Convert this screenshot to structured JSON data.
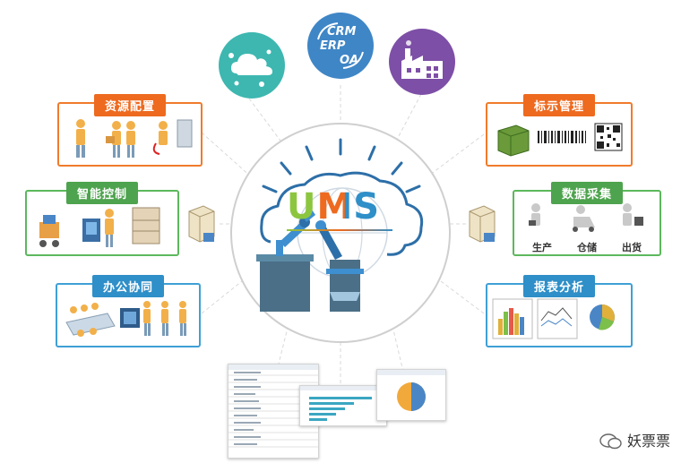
{
  "center": {
    "logo_text": "UMS"
  },
  "top_icons": {
    "crm": "CRM",
    "erp": "ERP",
    "oa": "OA"
  },
  "panels": {
    "resource_config": "资源配置",
    "smart_control": "智能控制",
    "office_collab": "办公协同",
    "label_mgmt": "标示管理",
    "data_collect": "数据采集",
    "report_analysis": "报表分析"
  },
  "data_collect_labels": [
    "生产",
    "仓储",
    "出货"
  ],
  "watermark": "妖票票",
  "colors": {
    "cloud_circle": "#3db7b0",
    "crm_circle": "#3f86c6",
    "factory_circle": "#7d4fa6",
    "orange": "#ee6a1f",
    "green": "#4ea34e",
    "blue": "#2f8fc8"
  },
  "icons": [
    "cloud-icon",
    "crm-erp-oa-icon",
    "factory-icon",
    "server-icon",
    "robot-arm-icon",
    "barcode-icon",
    "qrcode-icon",
    "pie-chart-icon",
    "bar-chart-icon",
    "wechat-icon"
  ]
}
